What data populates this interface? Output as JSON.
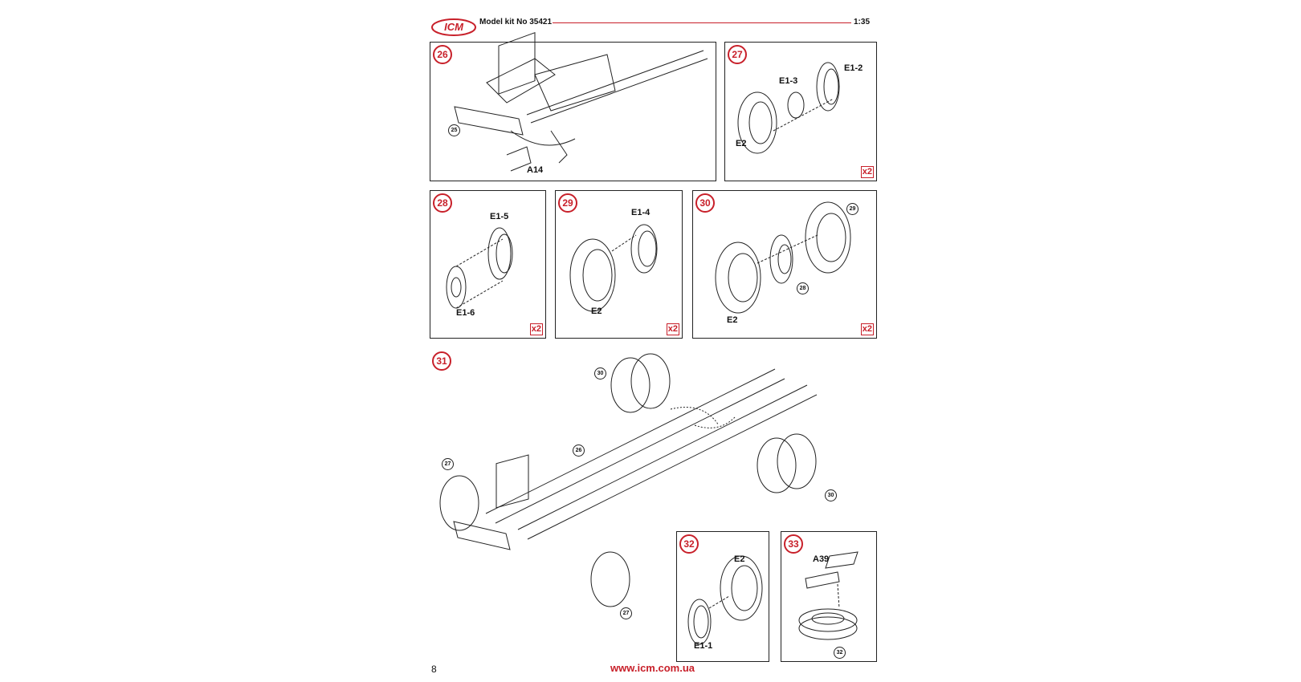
{
  "header": {
    "brand": "ICM",
    "model_kit": "Model kit No 35421",
    "scale": "1:35",
    "accent": "#c8202a"
  },
  "steps": {
    "s26": {
      "number": "26",
      "labels": {
        "a14": "A14"
      },
      "refs": {
        "r25": "25"
      }
    },
    "s27": {
      "number": "27",
      "labels": {
        "e13": "E1-3",
        "e12": "E1-2",
        "e2": "E2"
      },
      "multiplier": "x2"
    },
    "s28": {
      "number": "28",
      "labels": {
        "e15": "E1-5",
        "e16": "E1-6"
      },
      "multiplier": "x2"
    },
    "s29": {
      "number": "29",
      "labels": {
        "e14": "E1-4",
        "e2": "E2"
      },
      "multiplier": "x2"
    },
    "s30": {
      "number": "30",
      "labels": {
        "e2": "E2"
      },
      "refs": {
        "r29": "29",
        "r28": "28"
      },
      "multiplier": "x2"
    },
    "s31": {
      "number": "31",
      "refs": {
        "r30a": "30",
        "r26": "26",
        "r27a": "27",
        "r30b": "30",
        "r27b": "27"
      }
    },
    "s32": {
      "number": "32",
      "labels": {
        "e2": "E2",
        "e11": "E1-1"
      }
    },
    "s33": {
      "number": "33",
      "labels": {
        "a39": "A39"
      },
      "refs": {
        "r32": "32"
      }
    }
  },
  "footer": {
    "page_number": "8",
    "url": "www.icm.com.ua"
  }
}
